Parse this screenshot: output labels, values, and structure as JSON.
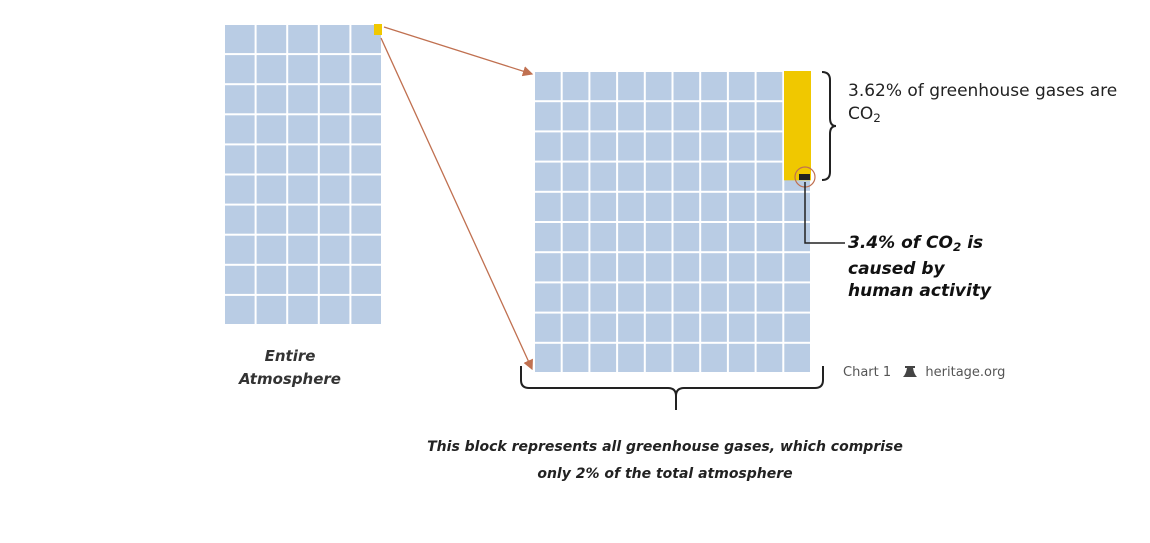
{
  "labels": {
    "entire_atmosphere": "Entire Atmosphere",
    "co2_share_text": "3.62% of greenhouse gases are",
    "co2_formula": "CO",
    "co2_sub": "2",
    "human_share_text": "3.4% of CO",
    "human_sub": "2",
    "human_rest": "is caused by human activity",
    "bottom_caption": "This block represents all greenhouse gases, which comprise only 2% of the total atmosphere",
    "chart_label": "Chart 1",
    "source": "heritage.org"
  },
  "values": {
    "greenhouse_pct_of_atmosphere": 2,
    "co2_pct_of_greenhouse": 3.62,
    "human_pct_of_co2": 3.4
  },
  "colors": {
    "cell": "#b9cce4",
    "highlight": "#f0c800",
    "arrow": "#c07050",
    "line": "#222222"
  }
}
